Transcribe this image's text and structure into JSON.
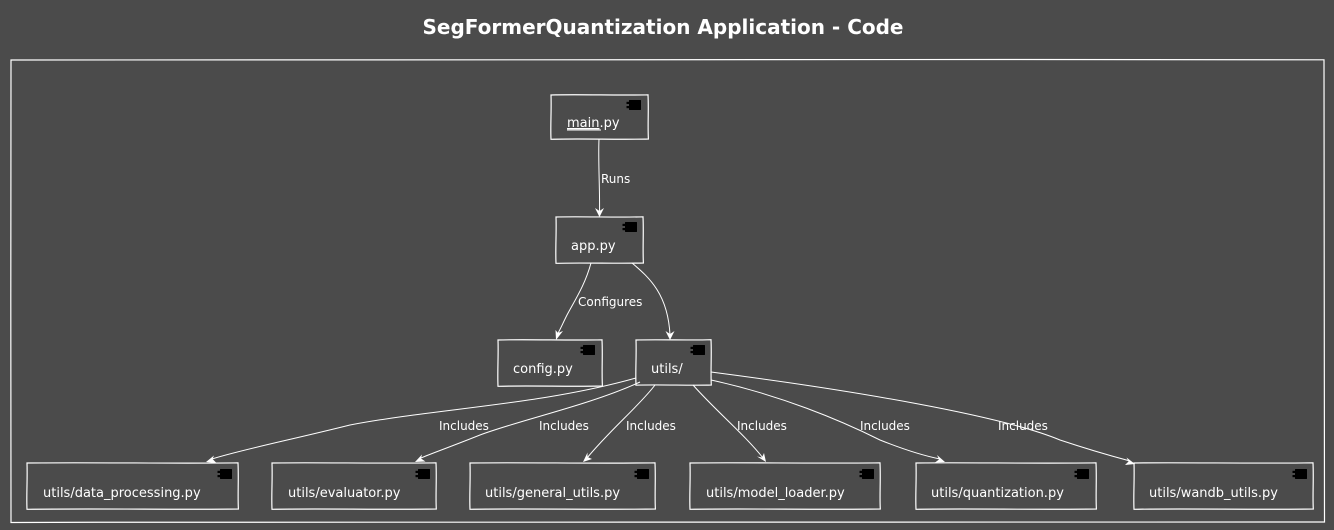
{
  "title": "SegFormerQuantization Application - Code",
  "nodes": {
    "main": {
      "label": "__main__.py",
      "underlined": "main",
      "suffix": ".py"
    },
    "app": {
      "label": "app.py"
    },
    "config": {
      "label": "config.py"
    },
    "utils": {
      "label": "utils/"
    },
    "data_processing": {
      "label": "utils/data_processing.py"
    },
    "evaluator": {
      "label": "utils/evaluator.py"
    },
    "general_utils": {
      "label": "utils/general_utils.py"
    },
    "model_loader": {
      "label": "utils/model_loader.py"
    },
    "quantization": {
      "label": "utils/quantization.py"
    },
    "wandb_utils": {
      "label": "utils/wandb_utils.py"
    }
  },
  "edges": {
    "main_app": "Runs",
    "app_config": "Configures",
    "utils_data_processing": "Includes",
    "utils_evaluator": "Includes",
    "utils_general_utils": "Includes",
    "utils_model_loader": "Includes",
    "utils_quantization": "Includes",
    "utils_wandb_utils": "Includes"
  },
  "colors": {
    "background": "#4b4b4b",
    "foreground": "#ffffff"
  }
}
